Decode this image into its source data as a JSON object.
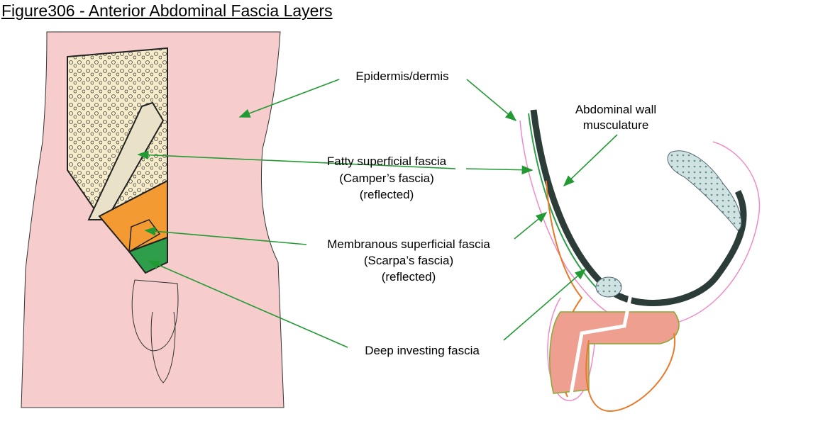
{
  "title": "Figure306 - Anterior Abdominal Fascia Layers",
  "labels": {
    "epidermis": "Epidermis/dermis",
    "fatty_1": "Fatty superficial fascia",
    "fatty_2": "(Camper’s fascia)",
    "fatty_3": "(reflected)",
    "membranous_1": "Membranous superficial fascia",
    "membranous_2": "(Scarpa’s fascia)",
    "membranous_3": "(reflected)",
    "deep": "Deep investing fascia",
    "muscle_1": "Abdominal wall",
    "muscle_2": "musculature"
  },
  "colors": {
    "skin": "#f6cccc",
    "fat": "#f6ecc9",
    "membranous": "#f39a33",
    "deep": "#2f9e4a",
    "arrow": "#229a33",
    "muscle": "#2c3c38"
  }
}
